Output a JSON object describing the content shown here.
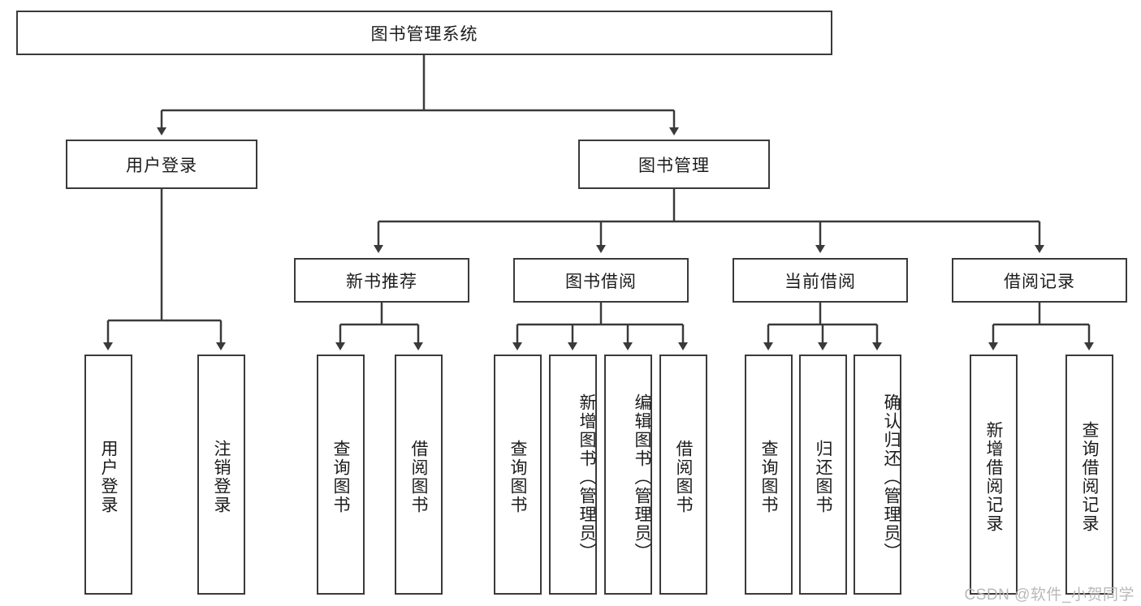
{
  "diagram": {
    "type": "tree-hierarchy",
    "title": "图书管理系统",
    "root": {
      "label": "图书管理系统"
    },
    "level2": [
      {
        "label": "用户登录"
      },
      {
        "label": "图书管理"
      }
    ],
    "level3": [
      {
        "label": "新书推荐"
      },
      {
        "label": "图书借阅"
      },
      {
        "label": "当前借阅"
      },
      {
        "label": "借阅记录"
      }
    ],
    "leaves": {
      "user_login": [
        {
          "label": "用户登录"
        },
        {
          "label": "注销登录"
        }
      ],
      "new_book_recommend": [
        {
          "label": "查询图书"
        },
        {
          "label": "借阅图书"
        }
      ],
      "book_borrow": [
        {
          "label": "查询图书"
        },
        {
          "label": "新增图书（管理员）"
        },
        {
          "label": "编辑图书（管理员）"
        },
        {
          "label": "借阅图书"
        }
      ],
      "current_borrow": [
        {
          "label": "查询图书"
        },
        {
          "label": "归还图书"
        },
        {
          "label": "确认归还（管理员）"
        }
      ],
      "borrow_record": [
        {
          "label": "新增借阅记录"
        },
        {
          "label": "查询借阅记录"
        }
      ]
    }
  },
  "watermark": {
    "text": "CSDN @软件_小贺同学"
  },
  "colors": {
    "border": "#3a3a3a",
    "text": "#1c1c1c",
    "background": "#ffffff",
    "watermark": "#b9b9b9"
  }
}
